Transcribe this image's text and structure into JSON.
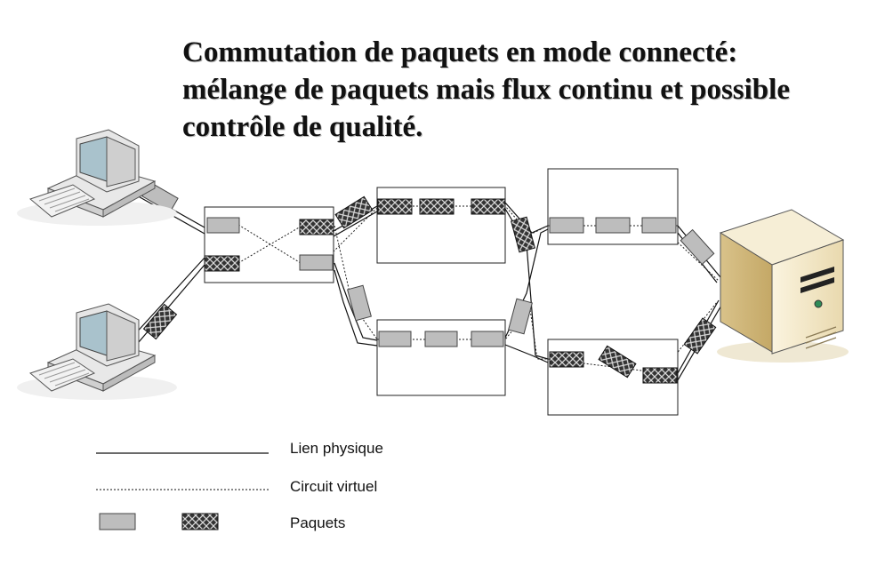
{
  "title": "Commutation de paquets en mode connecté: mélange de paquets mais flux continu et possible contrôle de qualité.",
  "legend": {
    "physical_link": "Lien physique",
    "virtual_circuit": "Circuit virtuel",
    "packets": "Paquets"
  },
  "colors": {
    "packet_grey": "#bdbdbd",
    "packet_dark": "#3a3a3a",
    "server_beige": "#efe3c2",
    "monitor_body": "#e6e6e6",
    "screen": "#a9c2cc"
  },
  "icons": {
    "client_1": "desktop-computer-icon",
    "client_2": "desktop-computer-icon",
    "server": "server-tower-icon"
  }
}
